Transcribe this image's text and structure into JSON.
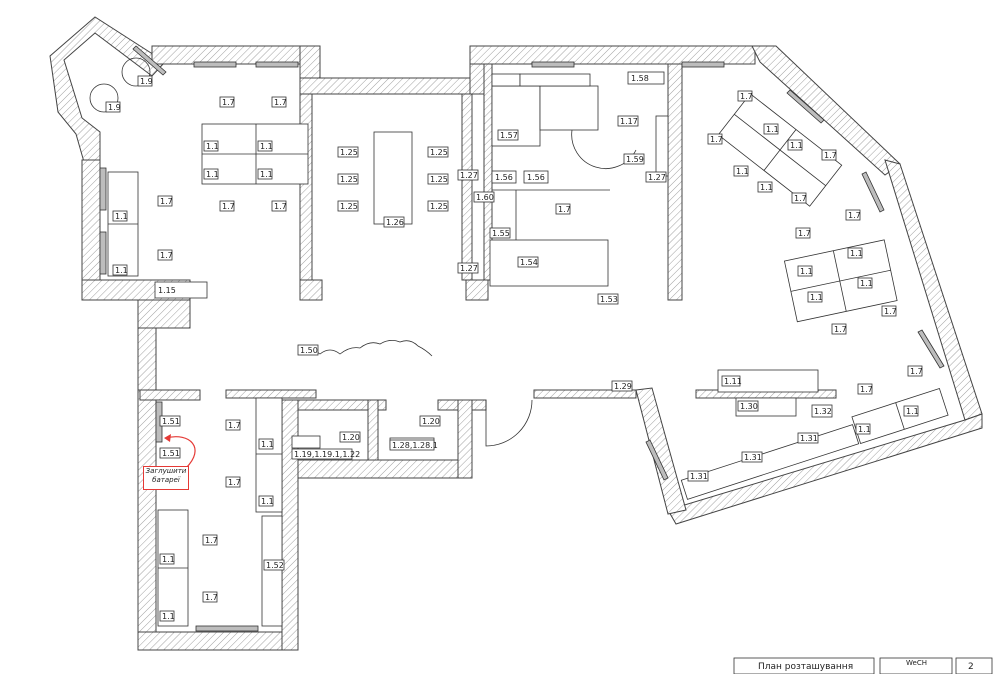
{
  "rooms": {
    "r1_1": "1.1",
    "r1_7": "1.7",
    "r1_9": "1.9",
    "r1_15": "1.15",
    "r1_19": "1.19,1.19.1,1.22",
    "r1_20": "1.20",
    "r1_25": "1.25",
    "r1_26": "1.26",
    "r1_27": "1.27",
    "r1_28": "1.28,1.28.1",
    "r1_29": "1.29",
    "r1_30": "1.30",
    "r1_31": "1.31",
    "r1_32": "1.32",
    "r1_11": "1.11",
    "r1_50": "1.50",
    "r1_51": "1.51",
    "r1_52": "1.52",
    "r1_53": "1.53",
    "r1_54": "1.54",
    "r1_55": "1.55",
    "r1_56": "1.56",
    "r1_57": "1.57",
    "r1_58": "1.58",
    "r1_59": "1.59",
    "r1_60": "1.60",
    "r1_17": "1.17"
  },
  "annotation": {
    "line1": "Заглушити",
    "line2": "батареї"
  },
  "title_block": {
    "title": "План розташування",
    "company": "WeCH",
    "sheet": "2"
  },
  "colors": {
    "annotation": "#e53935",
    "wall": "#444444",
    "window": "#bdbdbd"
  }
}
